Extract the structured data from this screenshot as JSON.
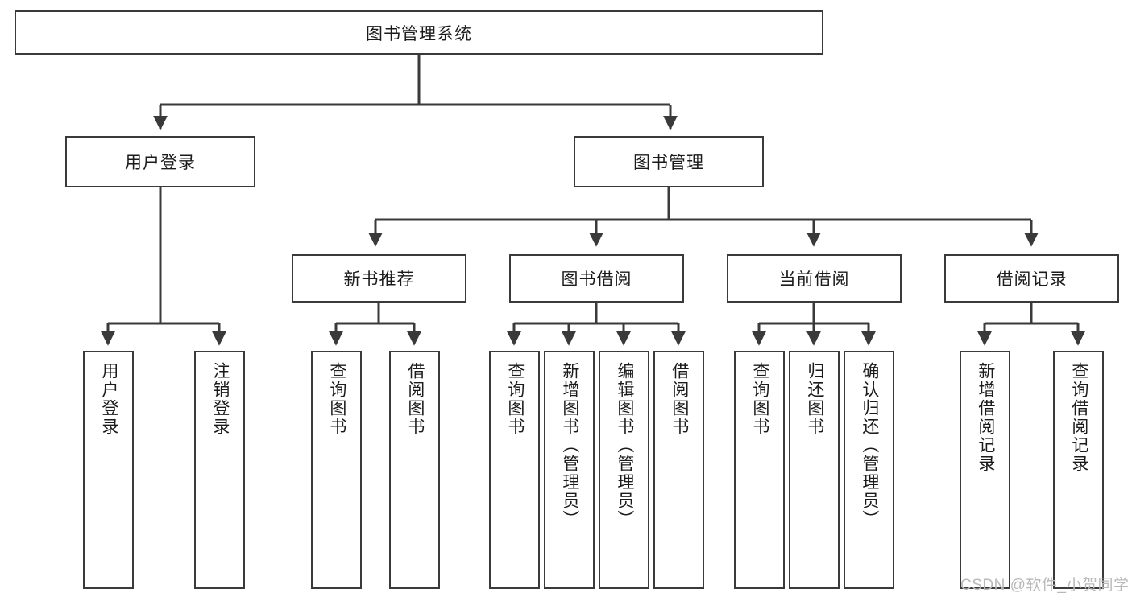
{
  "diagram": {
    "title_node": {
      "label": "图书管理系统"
    },
    "level2": [
      {
        "id": "user-login",
        "label": "用户登录"
      },
      {
        "id": "book-management",
        "label": "图书管理"
      }
    ],
    "level3": [
      {
        "id": "new-book-recommend",
        "label": "新书推荐"
      },
      {
        "id": "book-borrow",
        "label": "图书借阅"
      },
      {
        "id": "current-borrow",
        "label": "当前借阅"
      },
      {
        "id": "borrow-record",
        "label": "借阅记录"
      }
    ],
    "leaves": [
      {
        "id": "leaf-user-login",
        "label": "用户登录",
        "parent": "user-login"
      },
      {
        "id": "leaf-logout-login",
        "label": "注销登录",
        "parent": "user-login"
      },
      {
        "id": "leaf-query-book-1",
        "label": "查询图书",
        "parent": "new-book-recommend"
      },
      {
        "id": "leaf-borrow-book-1",
        "label": "借阅图书",
        "parent": "new-book-recommend"
      },
      {
        "id": "leaf-query-book-2",
        "label": "查询图书",
        "parent": "book-borrow"
      },
      {
        "id": "leaf-add-book",
        "label": "新增图书（管理员）",
        "parent": "book-borrow"
      },
      {
        "id": "leaf-edit-book",
        "label": "编辑图书（管理员）",
        "parent": "book-borrow"
      },
      {
        "id": "leaf-borrow-book-2",
        "label": "借阅图书",
        "parent": "book-borrow"
      },
      {
        "id": "leaf-query-book-3",
        "label": "查询图书",
        "parent": "current-borrow"
      },
      {
        "id": "leaf-return-book",
        "label": "归还图书",
        "parent": "current-borrow"
      },
      {
        "id": "leaf-confirm-return",
        "label": "确认归还（管理员）",
        "parent": "current-borrow"
      },
      {
        "id": "leaf-add-record",
        "label": "新增借阅记录",
        "parent": "borrow-record"
      },
      {
        "id": "leaf-query-record",
        "label": "查询借阅记录",
        "parent": "borrow-record"
      }
    ],
    "colors": {
      "border": "#3a3a3a",
      "text": "#1b1b1b",
      "background": "#ffffff",
      "watermark": "#b9b9b9"
    }
  },
  "watermark": {
    "text": "CSDN @软件_小贺同学"
  }
}
